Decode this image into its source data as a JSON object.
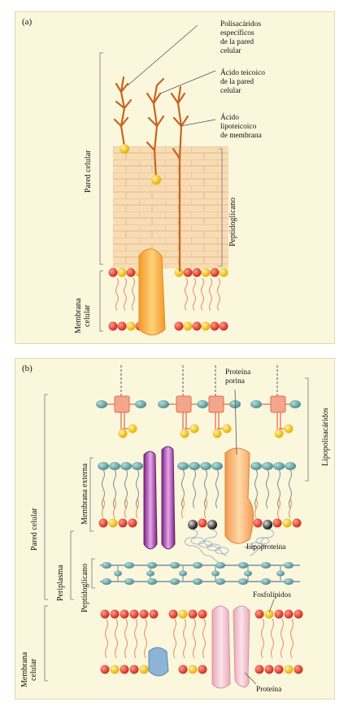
{
  "panel_a": {
    "label": "(a)",
    "labels": {
      "polysaccharides": "Polisacáridos\nespecíficos\nde la pared\ncelular",
      "teichoic": "Ácido teicoico\nde la pared\ncelular",
      "lipoteichoic": "Ácido\nlipoteicoico\nde membrana",
      "cell_wall": "Pared celular",
      "peptidoglycan": "Peptidoglicano",
      "cell_membrane": "Membrana\ncelular"
    }
  },
  "panel_b": {
    "label": "(b)",
    "labels": {
      "porin": "Proteína\nporina",
      "lipopolysaccharides": "Lipopolisacáridos",
      "outer_membrane": "Membrana externa",
      "cell_wall": "Pared celular",
      "periplasm": "Periplasma",
      "peptidoglycan": "Peptidoglicano",
      "lipoprotein": "Lipoproteína",
      "phospholipids": "Fosfolípidos",
      "cell_membrane": "Membrana\ncelular",
      "protein": "Proteína"
    }
  },
  "colors": {
    "panel_bg": "#fbf7dc",
    "brick": "#f8d9b0",
    "brick_line": "#e6b98a",
    "head_red": "#e0352b",
    "head_yellow": "#f5c400",
    "tail": "#e88a63",
    "protein_orange": "#f7a43a",
    "lps_box": "#f5a58c",
    "teal": "#6aa6a8",
    "porin": "#f7a860",
    "purple": "#9c3aa0",
    "pink_protein": "#efc0cc",
    "blue_protein": "#8db3d6"
  }
}
